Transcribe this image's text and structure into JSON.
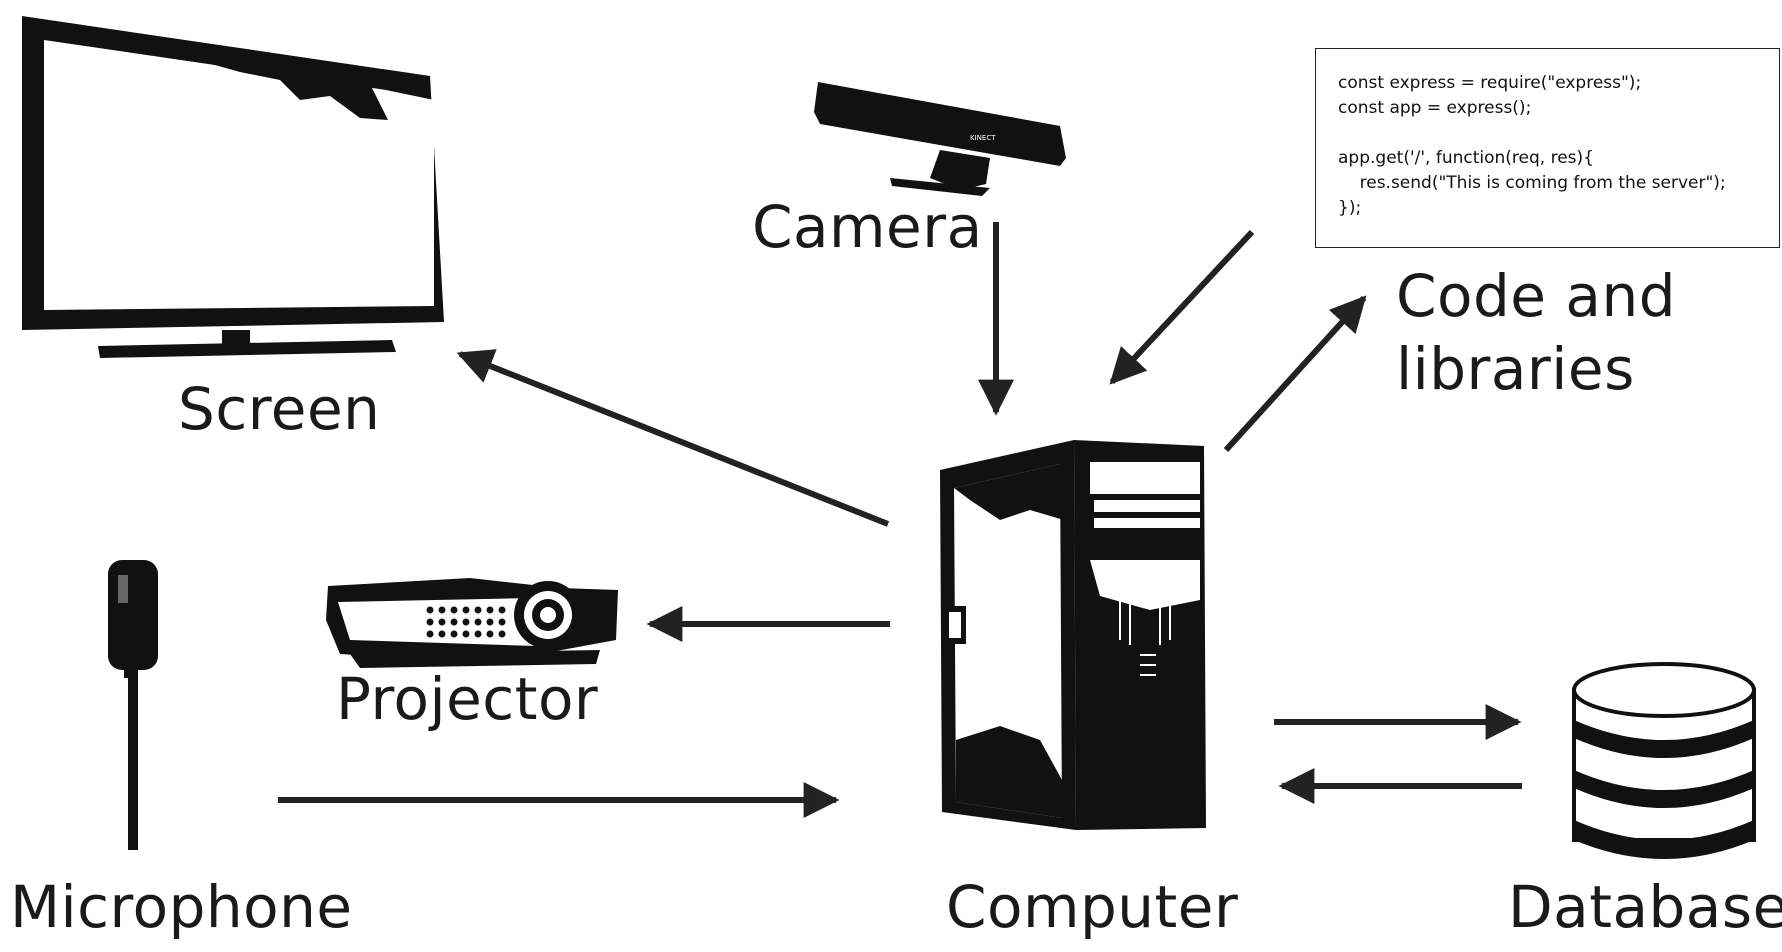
{
  "labels": {
    "screen": "Screen",
    "camera": "Camera",
    "code": [
      "Code and",
      "libraries"
    ],
    "projector": "Projector",
    "microphone": "Microphone",
    "computer": "Computer",
    "database": "Database",
    "camera_brand": "KINECT"
  },
  "code_snippet": [
    "const express = require(\"express\");",
    "const app = express();",
    "",
    "app.get('/', function(req, res){",
    "    res.send(\"This is coming from the server\");",
    "});"
  ],
  "colors": {
    "ink": "#111111",
    "arrow": "#222222",
    "background": "#ffffff"
  }
}
